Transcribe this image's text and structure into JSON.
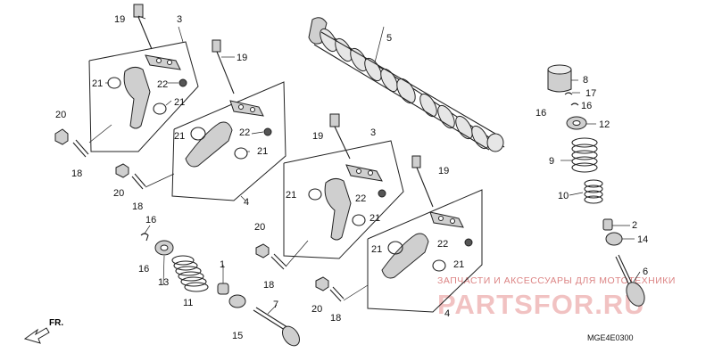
{
  "diagram_code": "MGE4E0300",
  "watermark": {
    "line1": "ЗАПЧАСТИ И АКСЕССУАРЫ ДЛЯ МОТОТЕХНИКИ",
    "line2": "PARTSFOR.RU"
  },
  "direction_label": "FR.",
  "callouts": {
    "n1": "1",
    "n2": "2",
    "n3": "3",
    "n4": "4",
    "n5": "5",
    "n6": "6",
    "n7": "7",
    "n8": "8",
    "n9": "9",
    "n10": "10",
    "n11": "11",
    "n12": "12",
    "n13": "13",
    "n14": "14",
    "n15": "15",
    "n16": "16",
    "n17": "17",
    "n18": "18",
    "n19": "19",
    "n20": "20",
    "n21": "21",
    "n22": "22"
  }
}
